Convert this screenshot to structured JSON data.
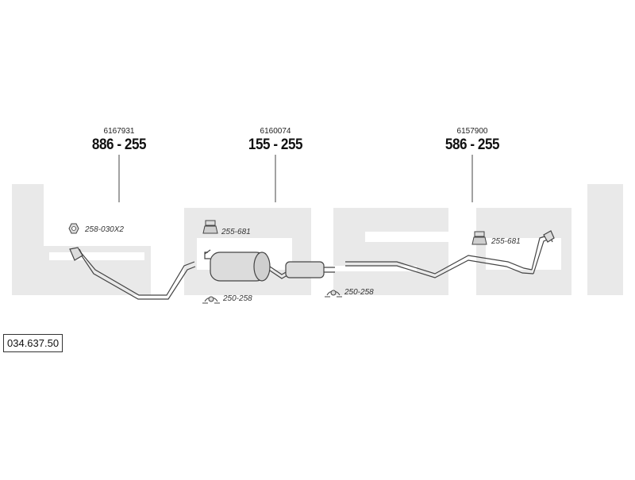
{
  "brand": {
    "watermark": "bosal",
    "watermark_color": "#e8e8e8"
  },
  "document_number": "034.637.50",
  "parts": [
    {
      "oe_number": "6167931",
      "code": "886 - 255",
      "name": "front-pipe"
    },
    {
      "oe_number": "6160074",
      "code": "155 - 255",
      "name": "middle-silencer"
    },
    {
      "oe_number": "6157900",
      "code": "586 - 255",
      "name": "rear-pipe"
    }
  ],
  "accessories": {
    "nut": "258-030X2",
    "mount_middle": "255-681",
    "mount_rear": "255-681",
    "clamp_left": "250-258",
    "clamp_right": "250-258"
  },
  "colors": {
    "line": "#444444",
    "part_fill": "#dcdcdc",
    "text": "#111111"
  }
}
